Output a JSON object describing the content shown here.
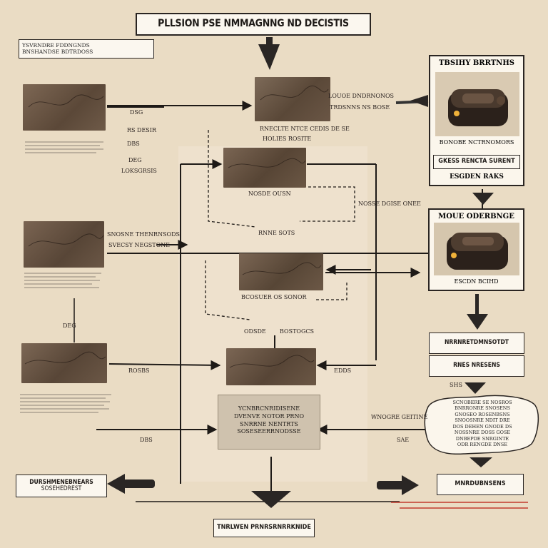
{
  "title": "PLLSION PSE NMMAGNNG ND DECISTIS",
  "top_left_note": [
    "YSVRNDRE FDDNGNDS",
    "BNSHANDSE BDTRDOSS"
  ],
  "top_right_panel": {
    "header": "TBSIHY BRRTNHS",
    "caption": "BONOBE NCTRNOMORS",
    "label": "GKESS RENCTA SURENT",
    "footer": "ESGDEN RAKS"
  },
  "mid_right_panel": {
    "header": "MOUE ODERBNGE",
    "caption": "ESCDN BCIHD"
  },
  "right_box_1": "NRRNRETDMNSOTDT",
  "right_box_2": "RNES NRESENS",
  "bottom_right_box": "MNRDUBNSENS",
  "bottom_left_box": [
    "DURSHMENEBNEARS",
    "SOSEHEDREST"
  ],
  "bottom_center_box": "TNRLWEN PRNRSRNRRKNIDE",
  "center_card": [
    "YCNBRCNRIDISENE",
    "DVENVE NOTOR PRNO",
    "SNRRNE NENTRTS",
    "SOSESEERRNODSSE"
  ],
  "labels": {
    "top_center_right": [
      "LOUOE DNDRNONOS",
      "TRDSNNS NS BOSE"
    ],
    "under_top_photo": "RNECLTE NTCE CEDIS DE SE",
    "under_top_photo_2": "HOLIES ROSITE",
    "left_photo1_notes": [
      "DSG",
      "RS DESIR",
      "DBS",
      "DEG",
      "LOKSGRSIS"
    ],
    "center_photo2_note": "NOSDE OUSN",
    "center_photo2_note2": "RNNE SOTS",
    "right_mid_note": "NOSSE DGISE ONEE",
    "left_photo2_notes": [
      "SNOSNE THENRNSODS",
      "SVECSY NEGSTONE"
    ],
    "center_photo3_note": "BCOSUER OS SONOR",
    "center_photo3_note2": "ODSDE",
    "center_photo3_note3": "BOSTOGCS",
    "left_side_mark": "DEG",
    "left_photo3_note": "ROSBS",
    "center_photo4_note": "EDDS",
    "bottom_left_mark": "DBS",
    "right_low_note": "WNOGRE GEITINE",
    "right_low_mark": "SHS",
    "bottom_right_mark": "SAE",
    "thought_bubble": [
      "SCNOBERE SE NOSROS",
      "BNRRONRE SNOSENS",
      "GNOSEO ROSENBSNS",
      "SNOOSNRE NDIT DRE",
      "DOS DEHEN GNODE DS",
      "NOSSNRE DOSS GOSE",
      "DNBEPDE SNRGINTE",
      "ODR RENGDE DNSE"
    ]
  },
  "colors": {
    "background": "#eadcc4",
    "ink": "#1e1a17",
    "box_fill": "#fbf7ef",
    "photo_brown": "#6e5a48",
    "accent_red": "#c23a2c"
  }
}
